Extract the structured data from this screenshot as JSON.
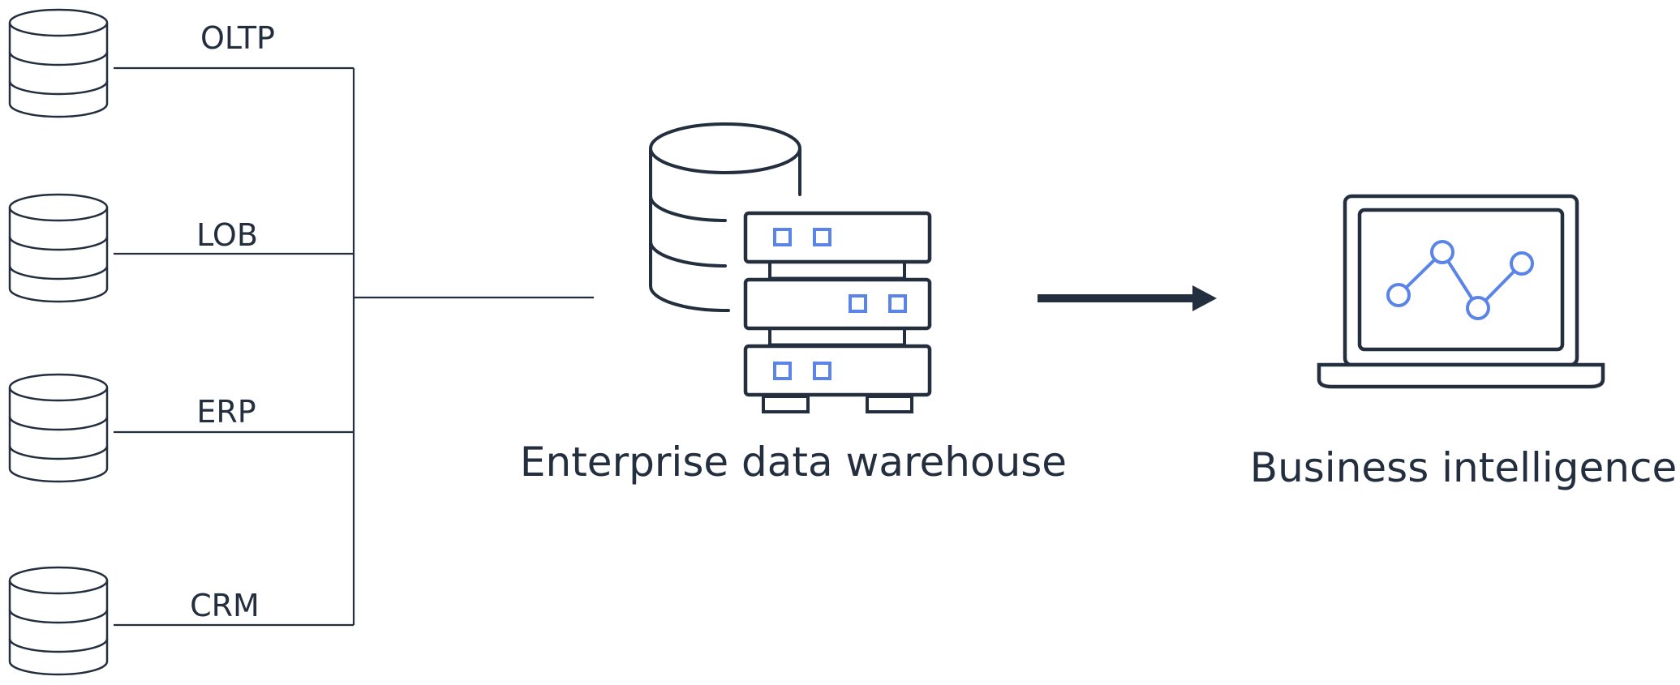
{
  "sources": [
    {
      "label": "OLTP",
      "icon": "database-icon"
    },
    {
      "label": "LOB",
      "icon": "database-icon"
    },
    {
      "label": "ERP",
      "icon": "database-icon"
    },
    {
      "label": "CRM",
      "icon": "database-icon"
    }
  ],
  "warehouse": {
    "label": "Enterprise data warehouse",
    "icon": "data-warehouse-icon"
  },
  "destination": {
    "label": "Business intelligence",
    "icon": "laptop-chart-icon"
  },
  "colors": {
    "ink": "#232f3e",
    "accent": "#5a84e8",
    "background": "#ffffff"
  }
}
